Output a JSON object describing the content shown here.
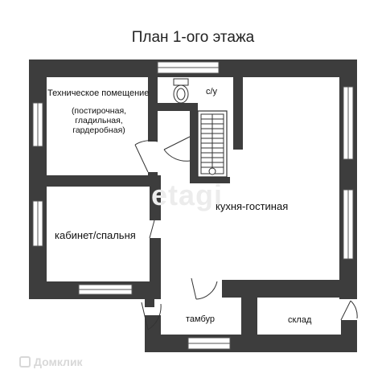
{
  "plan": {
    "title": "План 1-ого этажа",
    "rooms": {
      "tech": "Техническое помещение",
      "tech_note": "(постирочная, гладильная, гардеробная)",
      "wc": "с/у",
      "kitchen": "кухня-гостиная",
      "office": "кабинет/спальня",
      "vestibule": "тамбур",
      "storage": "склад"
    },
    "watermarks": {
      "brand": "Домклик",
      "etagi": "etagi"
    },
    "colors": {
      "wall": "#3d3d3d",
      "window": "#ffffff",
      "line": "#333333"
    }
  }
}
